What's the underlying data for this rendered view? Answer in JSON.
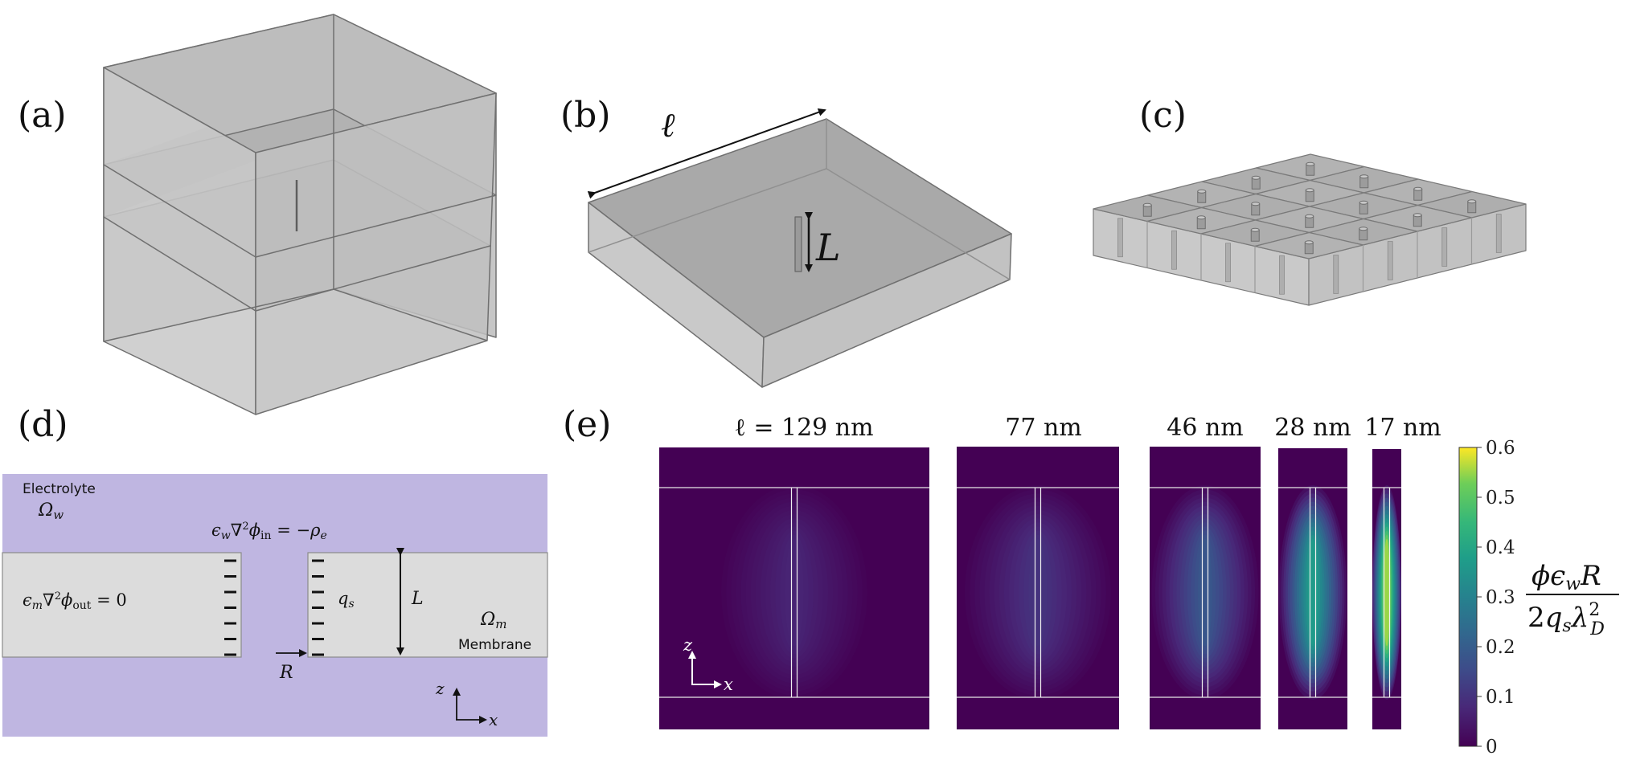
{
  "panel_labels": {
    "a": "(a)",
    "b": "(b)",
    "c": "(c)",
    "d": "(d)",
    "e": "(e)"
  },
  "panel_b": {
    "ell": "ℓ",
    "L": "L"
  },
  "panel_d": {
    "electrolyte": "Electrolyte",
    "omega_w": "Ωw",
    "poisson_in": "εw∇²φin = −ρe",
    "laplace_out": "εm∇²φout = 0",
    "qs": "qs",
    "L": "L",
    "omega_m": "Ωm",
    "membrane": "Membrane",
    "R": "R",
    "axis_z": "z",
    "axis_x": "x",
    "colors": {
      "electrolyte": "#bfb6e1",
      "membrane": "#dcdcdc"
    }
  },
  "panel_e": {
    "axis_z": "z",
    "axis_x": "x",
    "titles": [
      "ℓ = 129 nm",
      "77 nm",
      "46 nm",
      "28 nm",
      "17 nm"
    ],
    "ell_nm": [
      129,
      77,
      46,
      28,
      17
    ],
    "center_peak": [
      0.07,
      0.1,
      0.18,
      0.37,
      0.55
    ],
    "colorbar": {
      "ticks": [
        "0.6",
        "0.5",
        "0.4",
        "0.3",
        "0.2",
        "0.1",
        "0"
      ],
      "min": 0,
      "max": 0.6,
      "label": "φεwR / 2qsλD²"
    }
  }
}
